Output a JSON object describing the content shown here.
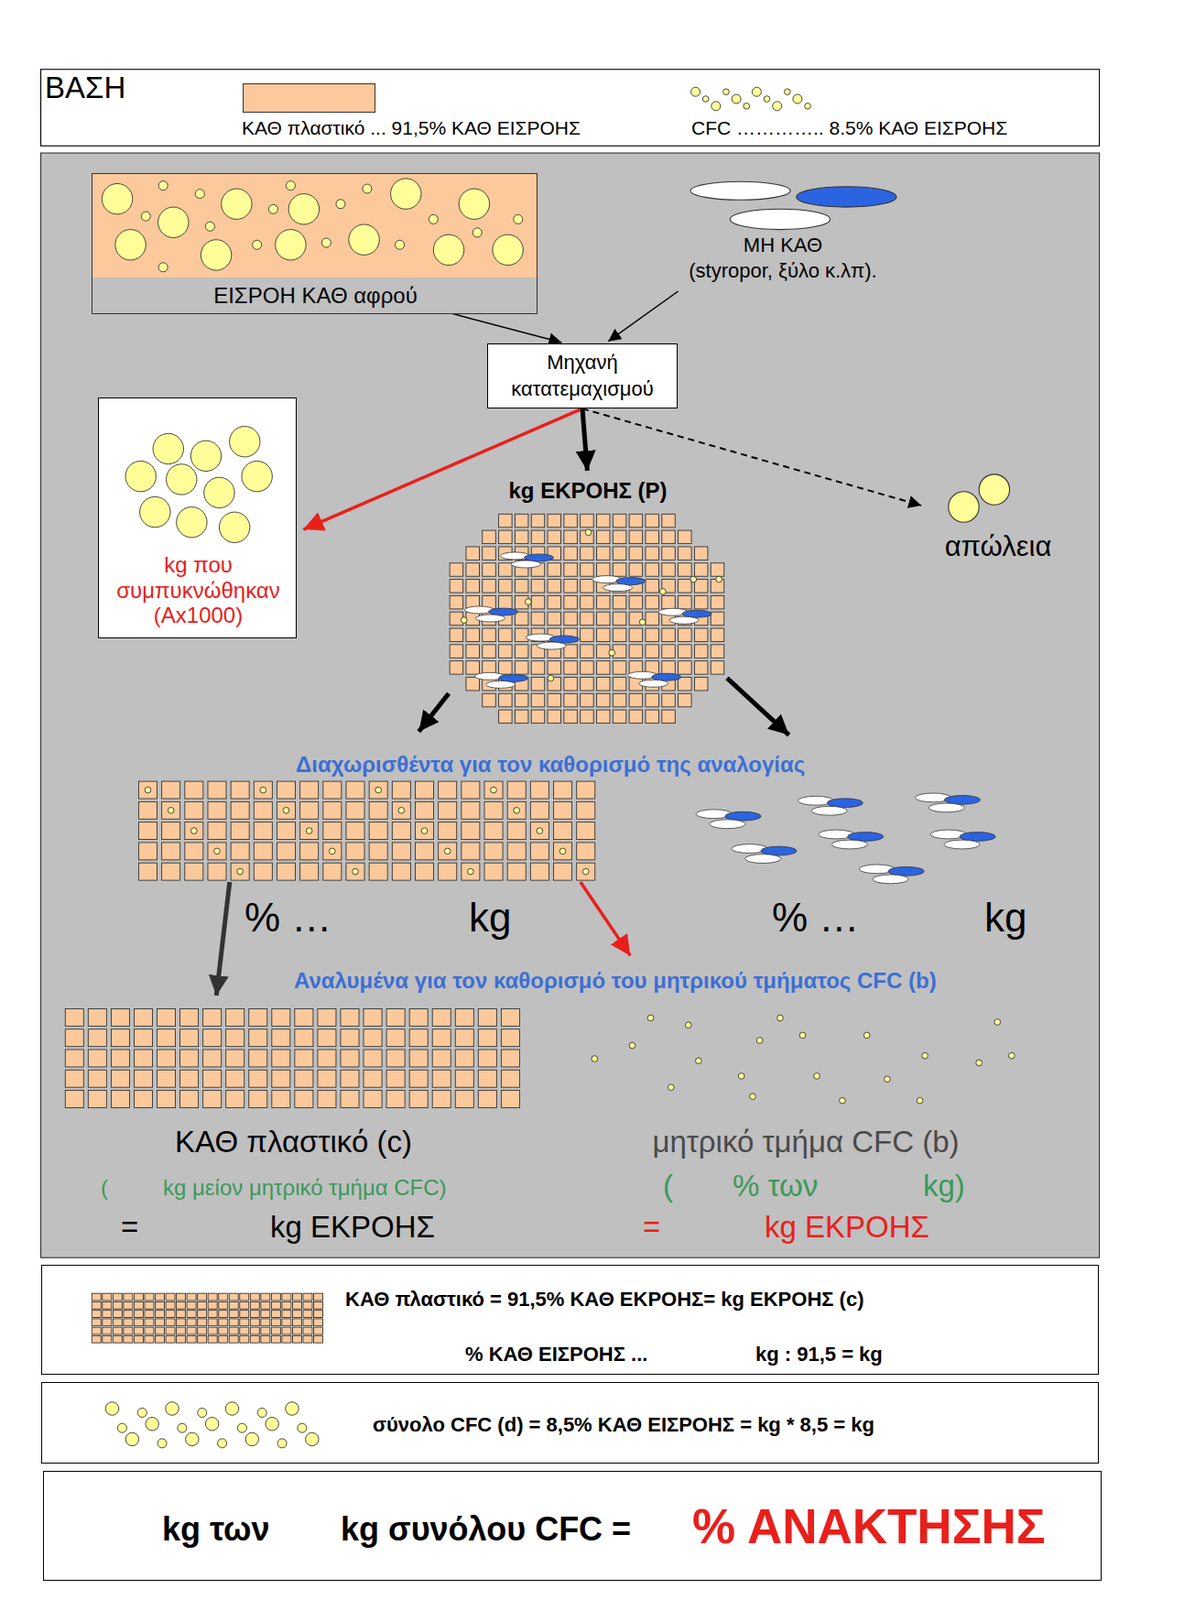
{
  "diagram": {
    "title": "ΒΑΣΗ",
    "nodes": [
      {
        "text": [
          "ΕΙΣΡΟΗ ΚΑΘ αφρού"
        ]
      },
      {
        "text": [
          "ΜΗ ΚΑΘ",
          "(styropor, ξύλο κ.λπ)."
        ]
      },
      {
        "text": [
          "Μηχανή κατατεμαχισμού"
        ]
      },
      {
        "text": [
          "kg που συμπυκνώθηκαν (Αx1000)"
        ]
      },
      {
        "text": [
          "kg ΕΚΡΟΗΣ (P)"
        ]
      },
      {
        "text": [
          "απώλεια"
        ]
      },
      {
        "text": [
          "% …",
          "kg"
        ]
      },
      {
        "text": [
          "% …",
          "kg"
        ]
      },
      {
        "text": [
          "ΚΑΘ πλαστικό (c)",
          "(",
          "kg μείον μητρικό τμήμα CFC)",
          "=",
          "kg ΕΚΡΟΗΣ"
        ]
      },
      {
        "text": [
          "μητρικό τμήμα CFC (b)",
          "(",
          "% των",
          "kg)",
          "=",
          "kg ΕΚΡΟΗΣ"
        ]
      },
      {
        "text": [
          "ΚΑΘ πλαστικό = 91,5% ΚΑΘ ΕΚΡΟΗΣ= kg ΕΚΡΟΗΣ (c)",
          "% ΚΑΘ ΕΙΣΡΟΗΣ ...",
          "kg : 91,5 = kg"
        ]
      },
      {
        "text": [
          "σύνολο CFC (d) = 8,5% ΚΑΘ ΕΙΣΡΟΗΣ = kg * 8,5 = kg"
        ]
      },
      {
        "text": [
          "kg των",
          "kg συνόλου CFC =",
          "% ΑΝΑΚΤΗΣΗΣ"
        ]
      }
    ],
    "edges": [
      {
        "from": 0,
        "to": 2,
        "arrow": "to"
      },
      {
        "from": 1,
        "to": 2,
        "arrow": "to"
      },
      {
        "from": 2,
        "to": 3,
        "arrow": "to"
      },
      {
        "from": 2,
        "to": 4,
        "arrow": "to"
      },
      {
        "from": 2,
        "to": 5,
        "arrow": "to"
      },
      {
        "from": 4,
        "to": 6,
        "arrow": "to"
      },
      {
        "from": 4,
        "to": 7,
        "arrow": "to"
      },
      {
        "from": 6,
        "to": 8,
        "arrow": "to"
      },
      {
        "from": 6,
        "to": 9,
        "arrow": "to"
      }
    ],
    "labels": [
      "Διαχωρισθέντα για τον καθορισμό της αναλογίας",
      "Αναλυμένα για τον καθορισμό του μητρικού τμήματος CFC (b)"
    ],
    "legend": [
      {
        "text": "ΚΑΘ πλαστικό ... 91,5% ΚΑΘ ΕΙΣΡΟΗΣ",
        "color": "#fbc99b"
      },
      {
        "text": "CFC ………….. 8.5% ΚΑΘ ΕΙΣΡΟΗΣ"
      }
    ]
  }
}
